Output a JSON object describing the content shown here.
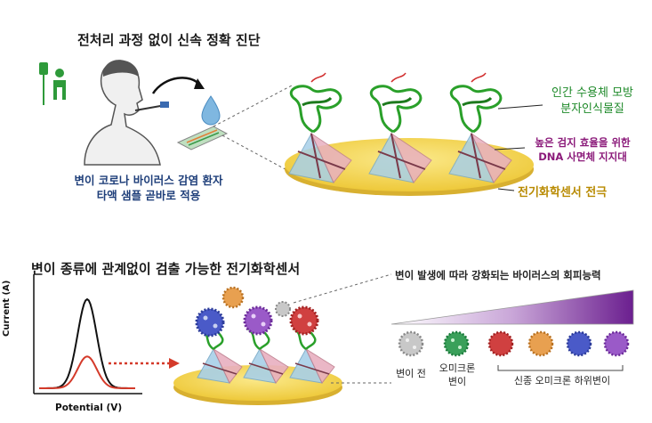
{
  "top": {
    "title": "전처리 과정 없이 신속 정확 진단",
    "patient_line1": "변이 코로나 바이러스 감염 환자",
    "patient_line2": "타액 샘플 곧바로 적용",
    "mimic_line1": "인간 수용체 모방",
    "mimic_line2": "분자인식물질",
    "scaffold_line1": "높은 검지 효율을 위한",
    "scaffold_line2": "DNA 사면체 지지대",
    "electrode": "전기화학센서 전극"
  },
  "bottom": {
    "title": "변이 종류에 관계없이 검출 가능한 전기화학센서",
    "escape_text": "변이 발생에 따라 강화되는 바이러스의 회피능력",
    "label_pre": "변이 전",
    "label_omicron_line1": "오미크론",
    "label_omicron_line2": "변이",
    "label_subvariants": "신종 오미크론 하위변이",
    "ylabel": "Current (A)",
    "xlabel": "Potential (V)"
  },
  "colors": {
    "green": "#2aa02a",
    "purple": "#7a2a9a",
    "gold": "#f2d24a",
    "red_curve": "#d43a2a",
    "navy": "#1f3f7a"
  },
  "chart_data": {
    "type": "line",
    "xlabel": "Potential (V)",
    "ylabel": "Current (A)",
    "grid": false,
    "legend": "none",
    "series": [
      {
        "color": "#111111",
        "x": [
          0,
          0.1,
          0.2,
          0.3,
          0.4,
          0.5,
          0.6,
          0.7,
          0.8,
          0.9,
          1.0
        ],
        "y": [
          0.02,
          0.03,
          0.1,
          0.45,
          0.85,
          1.0,
          0.85,
          0.45,
          0.1,
          0.03,
          0.02
        ]
      },
      {
        "color": "#d43a2a",
        "x": [
          0,
          0.1,
          0.2,
          0.3,
          0.4,
          0.5,
          0.6,
          0.7,
          0.8,
          0.9,
          1.0
        ],
        "y": [
          0.02,
          0.025,
          0.06,
          0.2,
          0.33,
          0.37,
          0.33,
          0.2,
          0.06,
          0.025,
          0.02
        ]
      }
    ]
  }
}
